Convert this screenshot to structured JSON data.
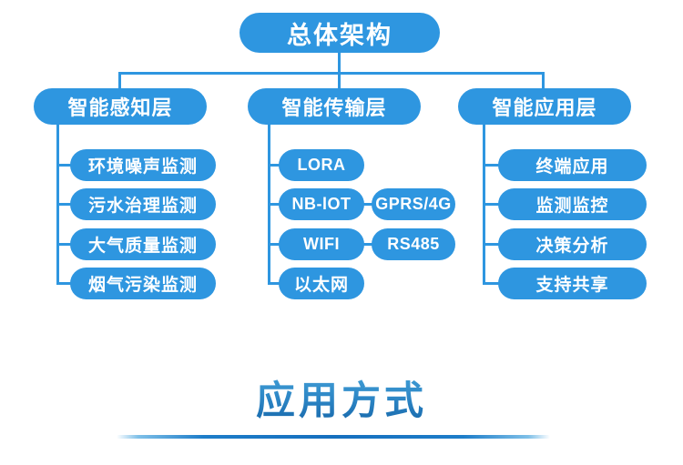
{
  "root": {
    "label": "总体架构"
  },
  "columns": [
    {
      "header": "智能感知层",
      "items": [
        {
          "label": "环境噪声监测"
        },
        {
          "label": "污水治理监测"
        },
        {
          "label": "大气质量监测"
        },
        {
          "label": "烟气污染监测"
        }
      ]
    },
    {
      "header": "智能传输层",
      "items": [
        {
          "label": "LORA"
        },
        {
          "label": "NB-lOT",
          "attached": "GPRS/4G"
        },
        {
          "label": "WIFI",
          "attached": "RS485"
        },
        {
          "label": "以太网"
        }
      ]
    },
    {
      "header": "智能应用层",
      "items": [
        {
          "label": "终端应用"
        },
        {
          "label": "监测监控"
        },
        {
          "label": "决策分析"
        },
        {
          "label": "支持共享"
        }
      ]
    }
  ],
  "section_title": "应用方式",
  "colors": {
    "node_blue": "#2E96E0",
    "connector_blue": "#2E96E0",
    "title_gradient_top": "#46A4DA",
    "title_gradient_bottom": "#1565A8",
    "underline_blue": "#156FBE"
  }
}
